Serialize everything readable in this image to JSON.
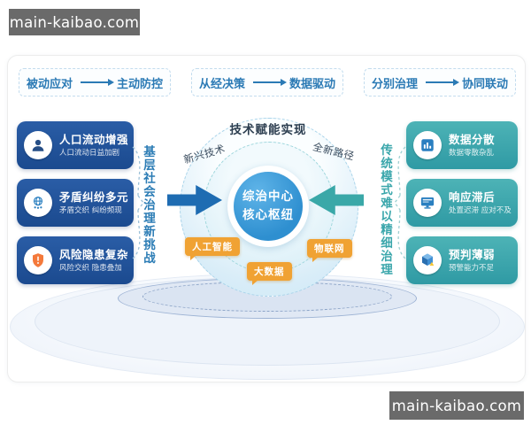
{
  "watermark": {
    "text": "main-kaibao.com"
  },
  "transitions": [
    {
      "from": "被动应对",
      "to": "主动防控"
    },
    {
      "from": "从经决策",
      "to": "数据驱动"
    },
    {
      "from": "分别治理",
      "to": "协同联动"
    }
  ],
  "left_panel": {
    "vertical_label": "基层社会治理新挑战",
    "items": [
      {
        "icon": "person-icon",
        "title": "人口流动增强",
        "subtitle": "人口流动日益加剧"
      },
      {
        "icon": "globe-people-icon",
        "title": "矛盾纠纷多元",
        "subtitle": "矛盾交织 纠纷频现"
      },
      {
        "icon": "shield-alert-icon",
        "title": "风险隐患复杂",
        "subtitle": "风险交织 隐患叠加"
      }
    ]
  },
  "right_panel": {
    "vertical_label": "传统模式难以精细治理",
    "items": [
      {
        "icon": "data-chart-icon",
        "title": "数据分散",
        "subtitle": "数据零散杂乱"
      },
      {
        "icon": "monitor-icon",
        "title": "响应滞后",
        "subtitle": "处置迟滞 应对不及"
      },
      {
        "icon": "cube-warning-icon",
        "title": "预判薄弱",
        "subtitle": "预警能力不足"
      }
    ]
  },
  "center": {
    "top_label": "技术赋能实现",
    "left_orbit_label": "新兴技术",
    "right_orbit_label": "全新路径",
    "core_title_line1": "综治中心",
    "core_title_line2": "核心枢纽",
    "tech_tags": [
      "人工智能",
      "物联网",
      "大数据"
    ]
  },
  "colors": {
    "challenge-box": "#1f5096",
    "problem-box": "#3aa7ac",
    "core-blue": "#2e8fd0",
    "tag-orange": "#f0a233",
    "transition-text": "#2b7ab5",
    "left-accent": "#2b7cb5",
    "right-accent": "#3aa6ab",
    "watermark-bg": "#6a6a6a"
  }
}
